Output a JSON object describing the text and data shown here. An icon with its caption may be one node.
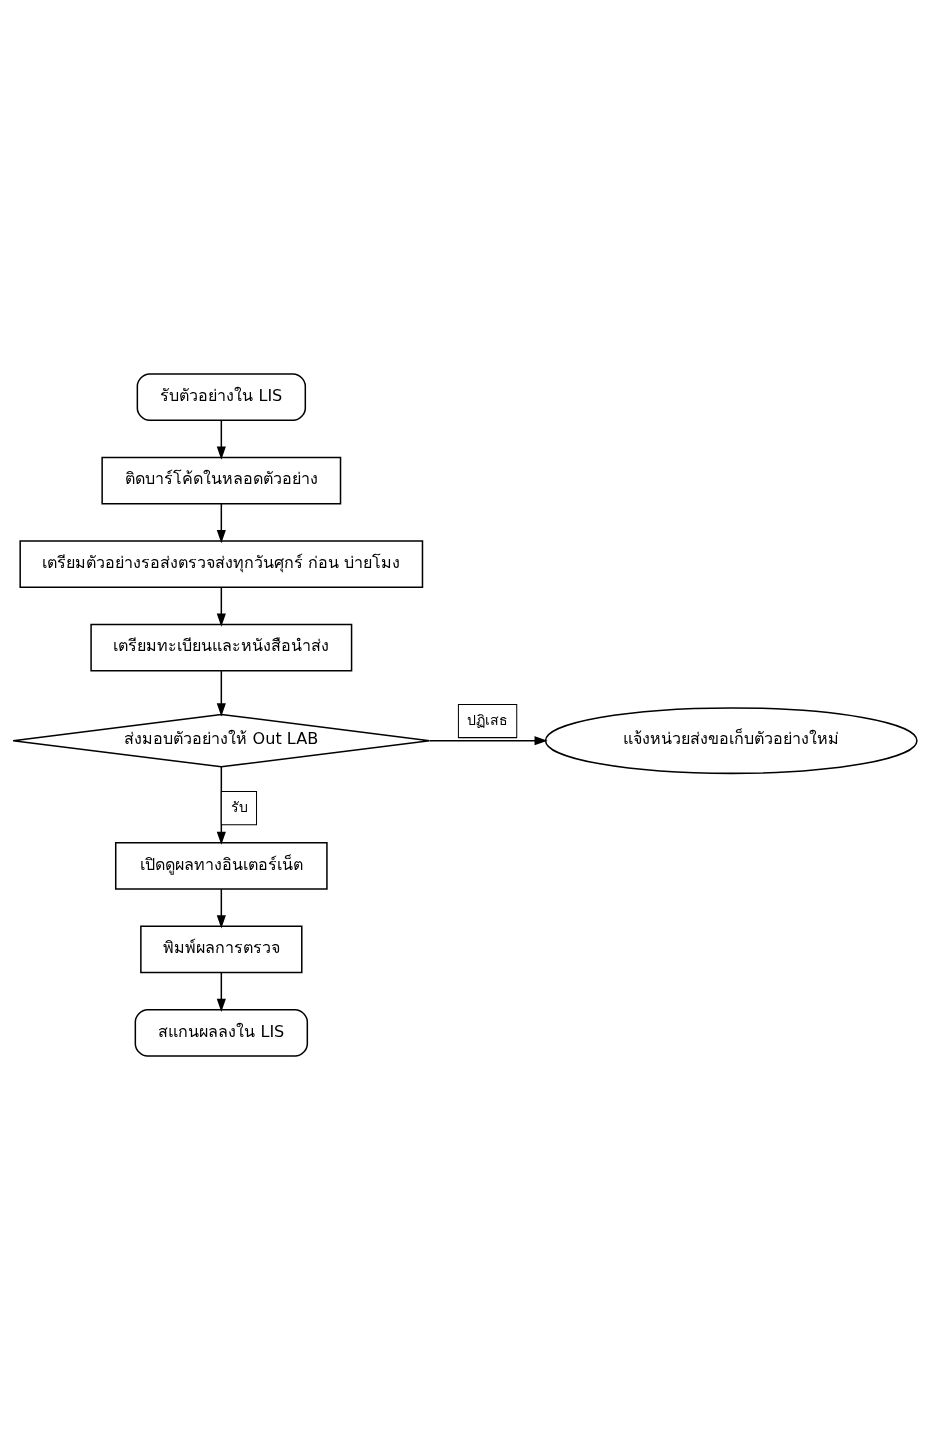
{
  "diagram": {
    "nodes": [
      {
        "text": [
          "รับตัวอย่างใน LIS"
        ]
      },
      {
        "text": [
          "ติดบาร์โค้ดในหลอดตัวอย่าง"
        ]
      },
      {
        "text": [
          "เตรียมตัวอย่างรอส่งตรวจส่งทุกวันศุกร์ ก่อน บ่ายโมง"
        ]
      },
      {
        "text": [
          "เตรียมทะเบียนและหนังสือนำส่ง"
        ]
      },
      {
        "text": [
          "ส่งมอบตัวอย่างให้ Out LAB"
        ]
      },
      {
        "text": [
          "แจ้งหน่วยส่งขอเก็บตัวอย่างใหม่"
        ]
      },
      {
        "text": [
          "เปิดดูผลทางอินเตอร์เน็ต"
        ]
      },
      {
        "text": [
          "พิมพ์ผลการตรวจ"
        ]
      },
      {
        "text": [
          "สแกนผลลงใน LIS"
        ]
      }
    ],
    "edges": [
      {
        "from": 0,
        "to": 1,
        "arrow": "to"
      },
      {
        "from": 1,
        "to": 2,
        "arrow": "to"
      },
      {
        "from": 2,
        "to": 3,
        "arrow": "to"
      },
      {
        "from": 3,
        "to": 4,
        "arrow": "to"
      },
      {
        "from": 4,
        "to": 5,
        "arrow": "to",
        "label": "ปฏิเสธ"
      },
      {
        "from": 4,
        "to": 6,
        "arrow": "to",
        "label": "รับ"
      },
      {
        "from": 6,
        "to": 7,
        "arrow": "to"
      },
      {
        "from": 7,
        "to": 8,
        "arrow": "to"
      }
    ]
  }
}
